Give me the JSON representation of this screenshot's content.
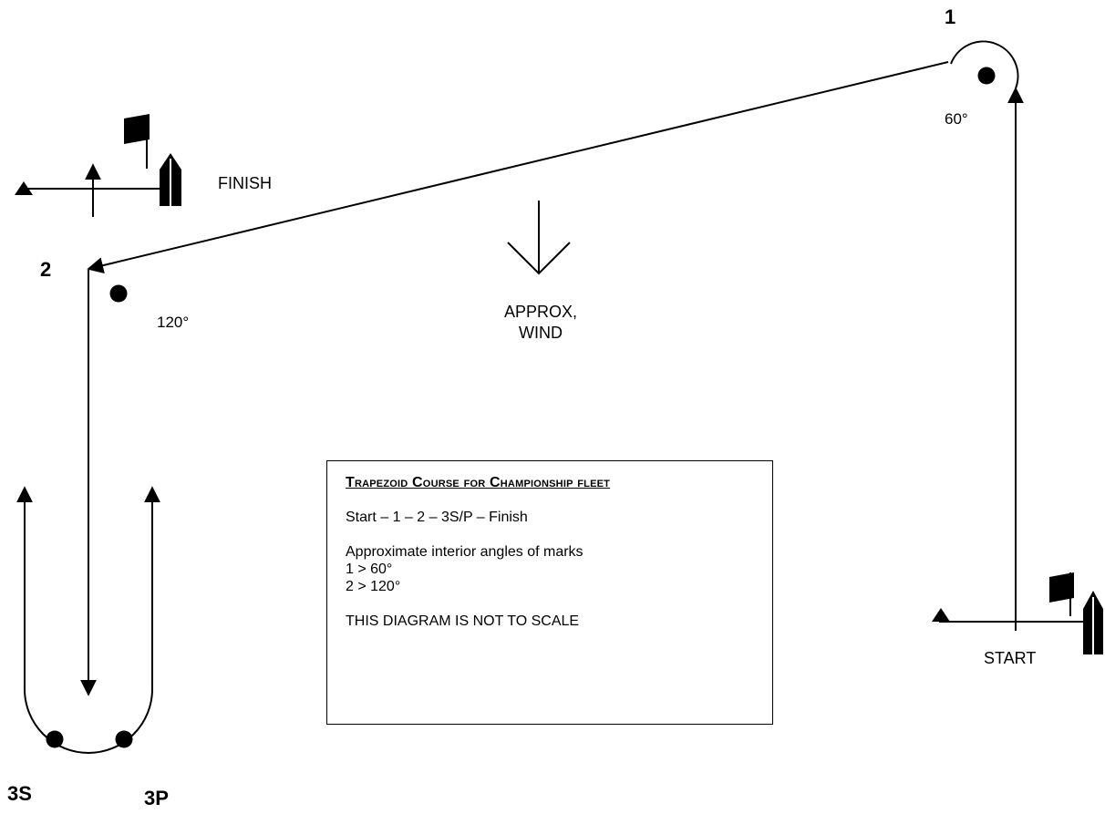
{
  "marks": {
    "mark_1": "1",
    "mark_2": "2",
    "mark_3s": "3S",
    "mark_3p": "3P"
  },
  "angles": {
    "mark_1": "60°",
    "mark_2": "120°"
  },
  "lines": {
    "finish": "FINISH",
    "start": "START"
  },
  "wind": {
    "line1": "APPROX,",
    "line2": "WIND"
  },
  "info": {
    "title": "Trapezoid Course for Championship fleet",
    "sequence": "Start – 1 – 2 – 3S/P – Finish",
    "angles_heading": "Approximate interior angles of marks",
    "angle_1": "1 > 60°",
    "angle_2": "2 > 120°",
    "note": "THIS DIAGRAM IS NOT TO SCALE"
  },
  "icons": [
    "mark-buoy-icon",
    "flag-icon",
    "committee-boat-icon",
    "pin-end-triangle-icon",
    "course-arrow-icon",
    "wind-arrow-icon"
  ]
}
